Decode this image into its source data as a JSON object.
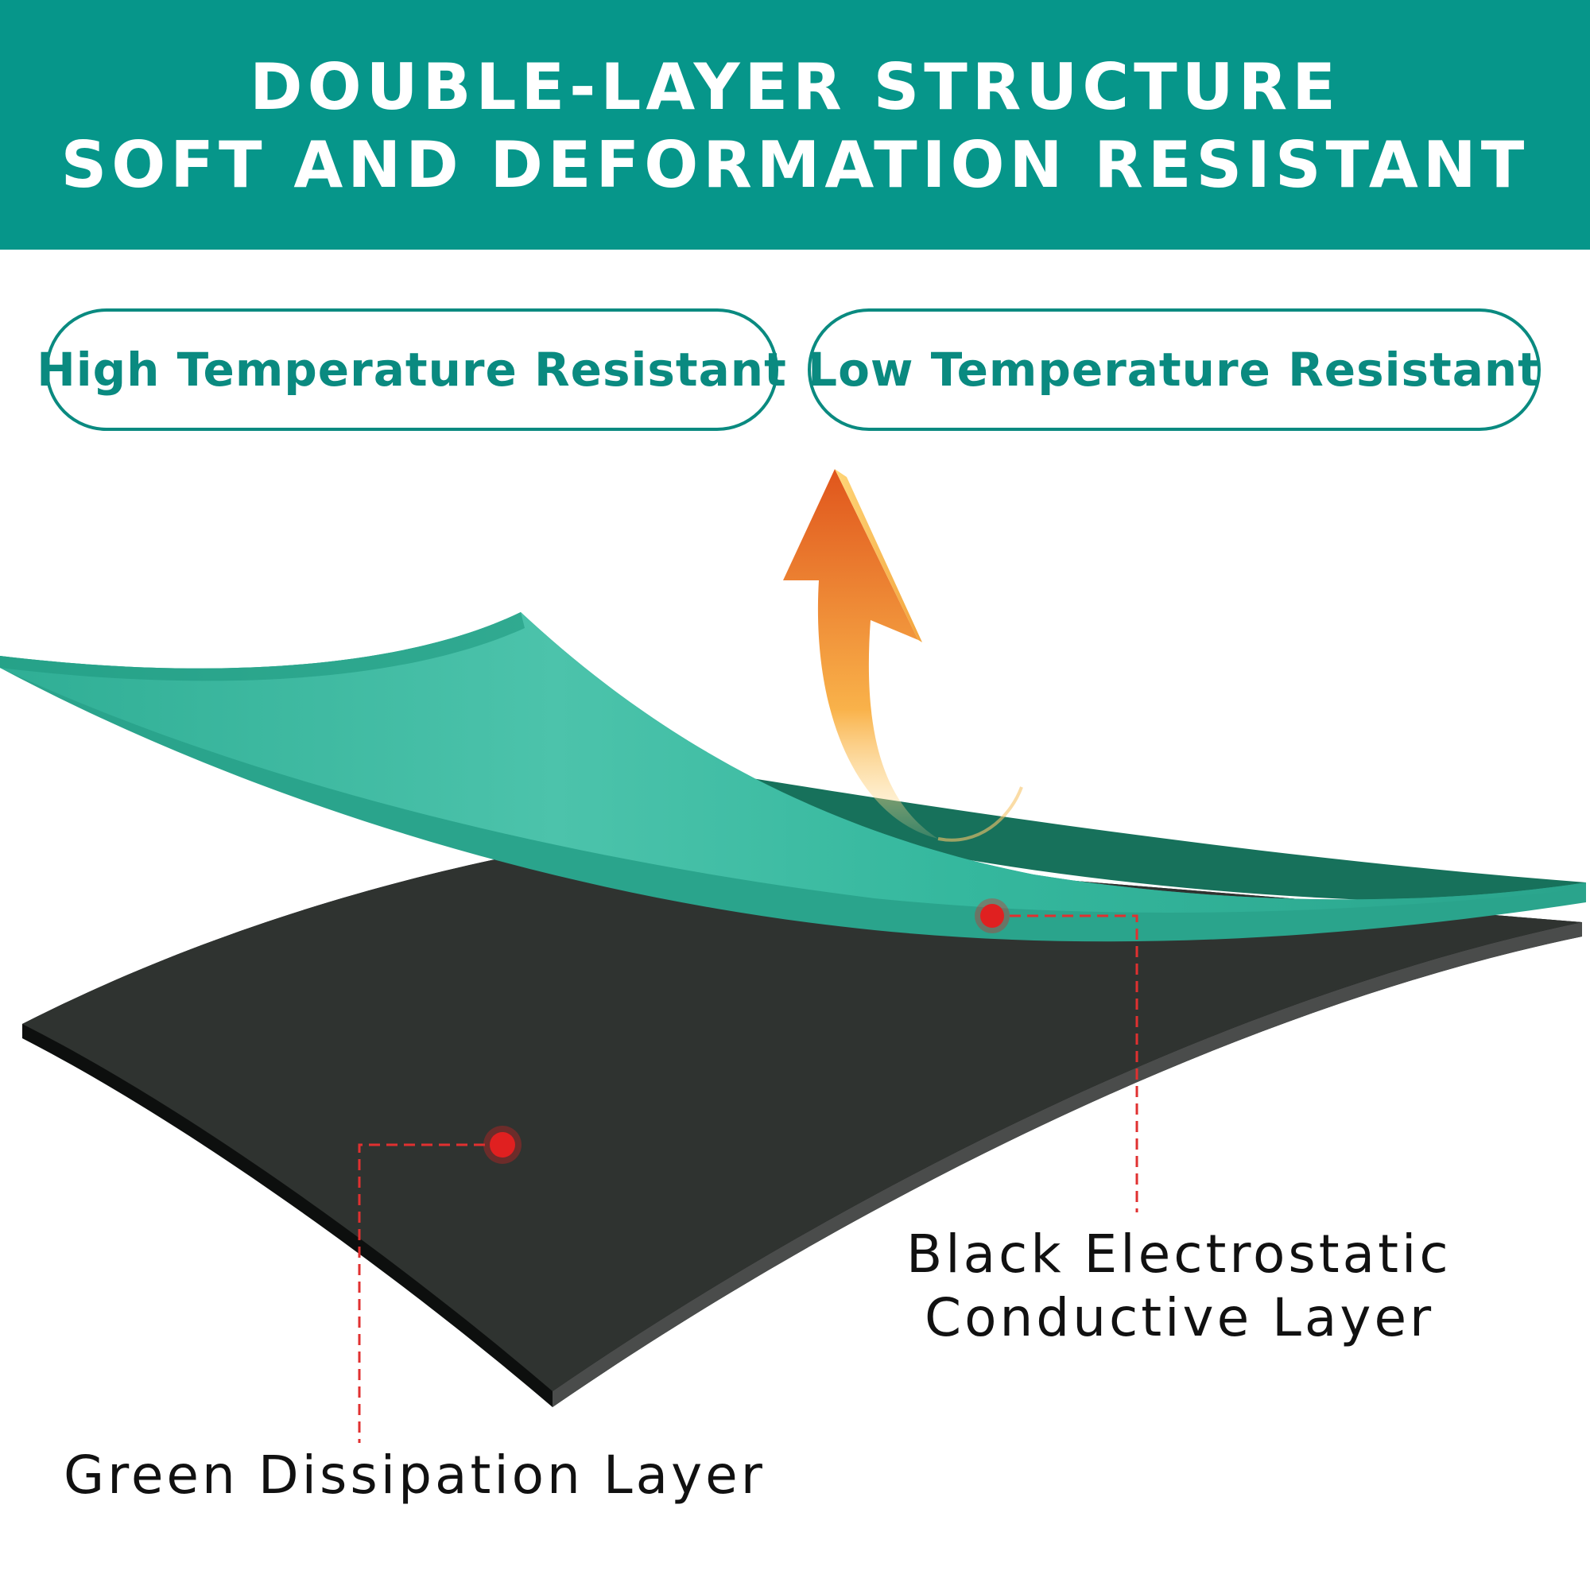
{
  "header": {
    "line1": "DOUBLE-LAYER STRUCTURE",
    "line2": "SOFT AND DEFORMATION RESISTANT",
    "background_color": "#06968a"
  },
  "badges": {
    "left": "High Temperature Resistant",
    "right": "Low Temperature Resistant",
    "accent_color": "#0a8a80"
  },
  "callouts": {
    "green_layer": "Green Dissipation Layer",
    "black_layer_line1": "Black Electrostatic",
    "black_layer_line2": "Conductive Layer",
    "marker_color": "#e02020"
  },
  "layers": {
    "green_color": "#3dbba3",
    "black_color": "#2f3330"
  },
  "icons": {
    "arrow": "curved-up-arrow-icon"
  }
}
